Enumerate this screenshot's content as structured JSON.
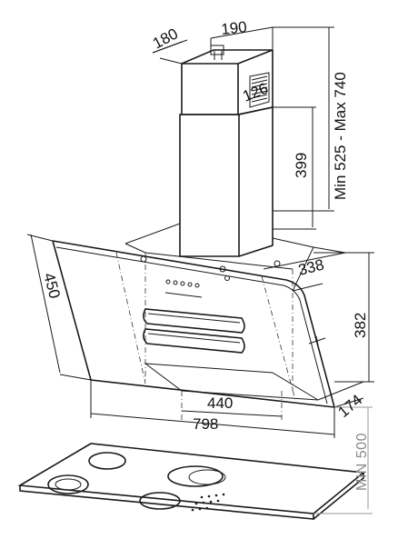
{
  "dimensions": {
    "chimney_depth": "180",
    "chimney_width": "190",
    "chimney_height_range": "Min 525 - Max 740",
    "chimney_inner_width": "126",
    "chimney_lower_height": "399",
    "glass_height": "450",
    "hood_depth": "338",
    "hood_height": "382",
    "body_width": "440",
    "overall_width": "798",
    "glass_projection": "174",
    "min_clearance": "MIN 500"
  },
  "colors": {
    "line": "#1a1a1a",
    "clearance_text": "#8a8a8a"
  }
}
